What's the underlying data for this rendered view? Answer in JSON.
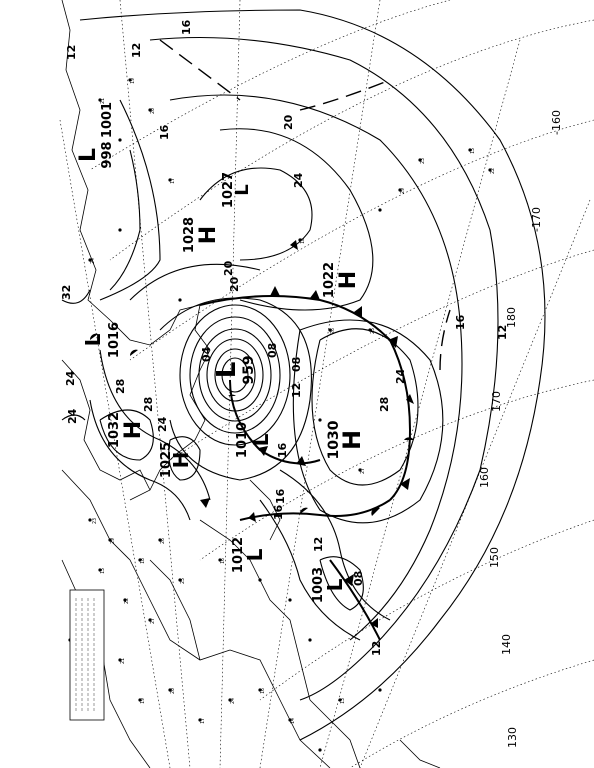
{
  "chart": {
    "grid_lines": "dotted",
    "orientation": "rotated-90"
  },
  "lows": [
    {
      "sym": "L",
      "value": "998"
    },
    {
      "sym": "L",
      "value": "1001"
    },
    {
      "sym": "L",
      "value": "959"
    },
    {
      "sym": "L",
      "value": "1010"
    },
    {
      "sym": "L",
      "value": "1012"
    },
    {
      "sym": "L",
      "value": "1003"
    },
    {
      "sym": "L",
      "value": "1016"
    },
    {
      "sym": "L",
      "value": "1027"
    }
  ],
  "highs": [
    {
      "sym": "H",
      "value": "1028"
    },
    {
      "sym": "H",
      "value": "1022"
    },
    {
      "sym": "H",
      "value": "1030"
    },
    {
      "sym": "H",
      "value": "1032"
    },
    {
      "sym": "H",
      "value": "1025"
    }
  ],
  "isobar_labels": [
    "16",
    "12",
    "20",
    "24",
    "16",
    "12",
    "12",
    "16",
    "20",
    "24",
    "28",
    "08",
    "04",
    "08",
    "12",
    "16",
    "12",
    "16",
    "24",
    "28",
    "28",
    "24",
    "08",
    "12",
    "16",
    "32",
    "24",
    "20"
  ],
  "longitude_labels": [
    "-160",
    "-170",
    "180",
    "170",
    "160",
    "150",
    "140",
    "130"
  ],
  "station_numbers": [
    "23",
    "29",
    "15",
    "22",
    "18",
    "26",
    "25",
    "27",
    "21",
    "19",
    "20",
    "17",
    "24",
    "16",
    "14",
    "13"
  ]
}
